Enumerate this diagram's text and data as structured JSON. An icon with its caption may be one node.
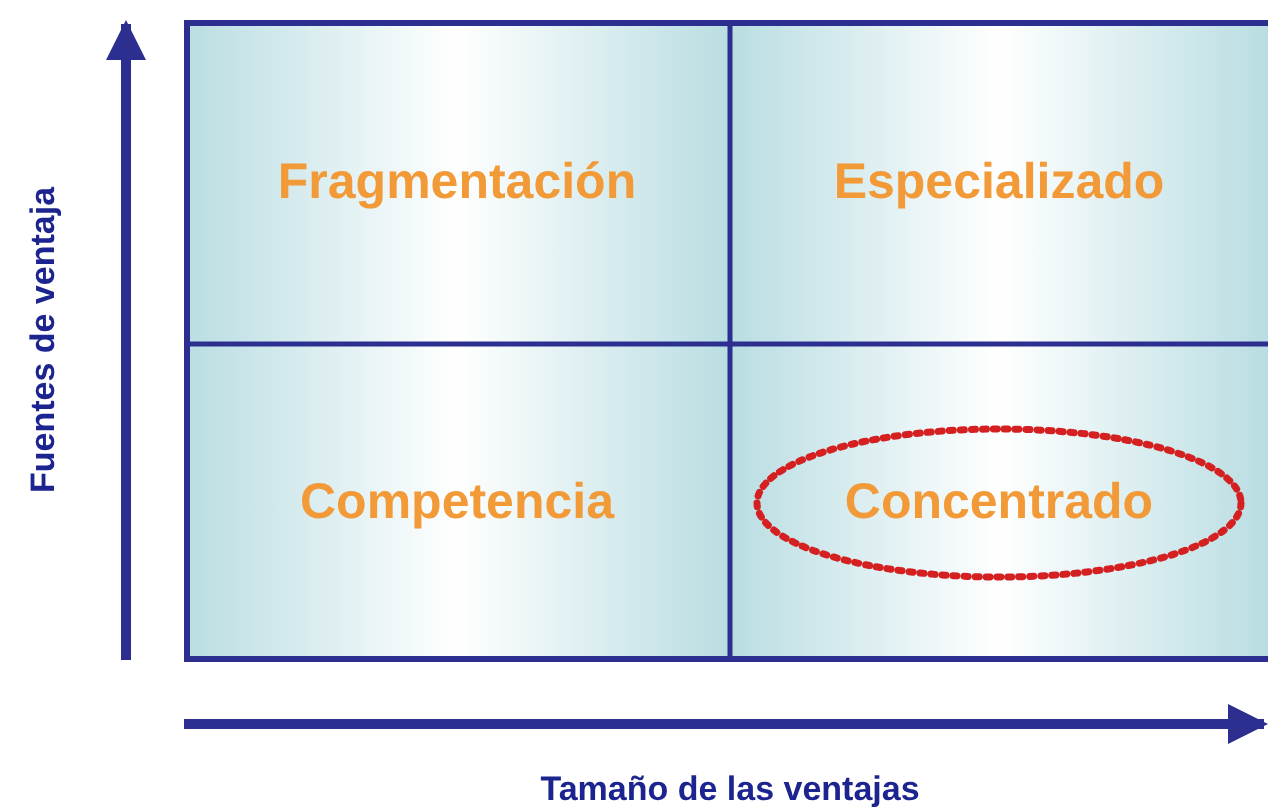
{
  "diagram": {
    "nodes": [
      {
        "text": [
          "Fragmentación"
        ]
      },
      {
        "text": [
          "Especializado"
        ]
      },
      {
        "text": [
          "Competencia"
        ]
      },
      {
        "text": [
          "Concentrado"
        ]
      }
    ],
    "labels": [
      "Fuentes de ventaja",
      "Tamaño de las ventajas"
    ]
  }
}
